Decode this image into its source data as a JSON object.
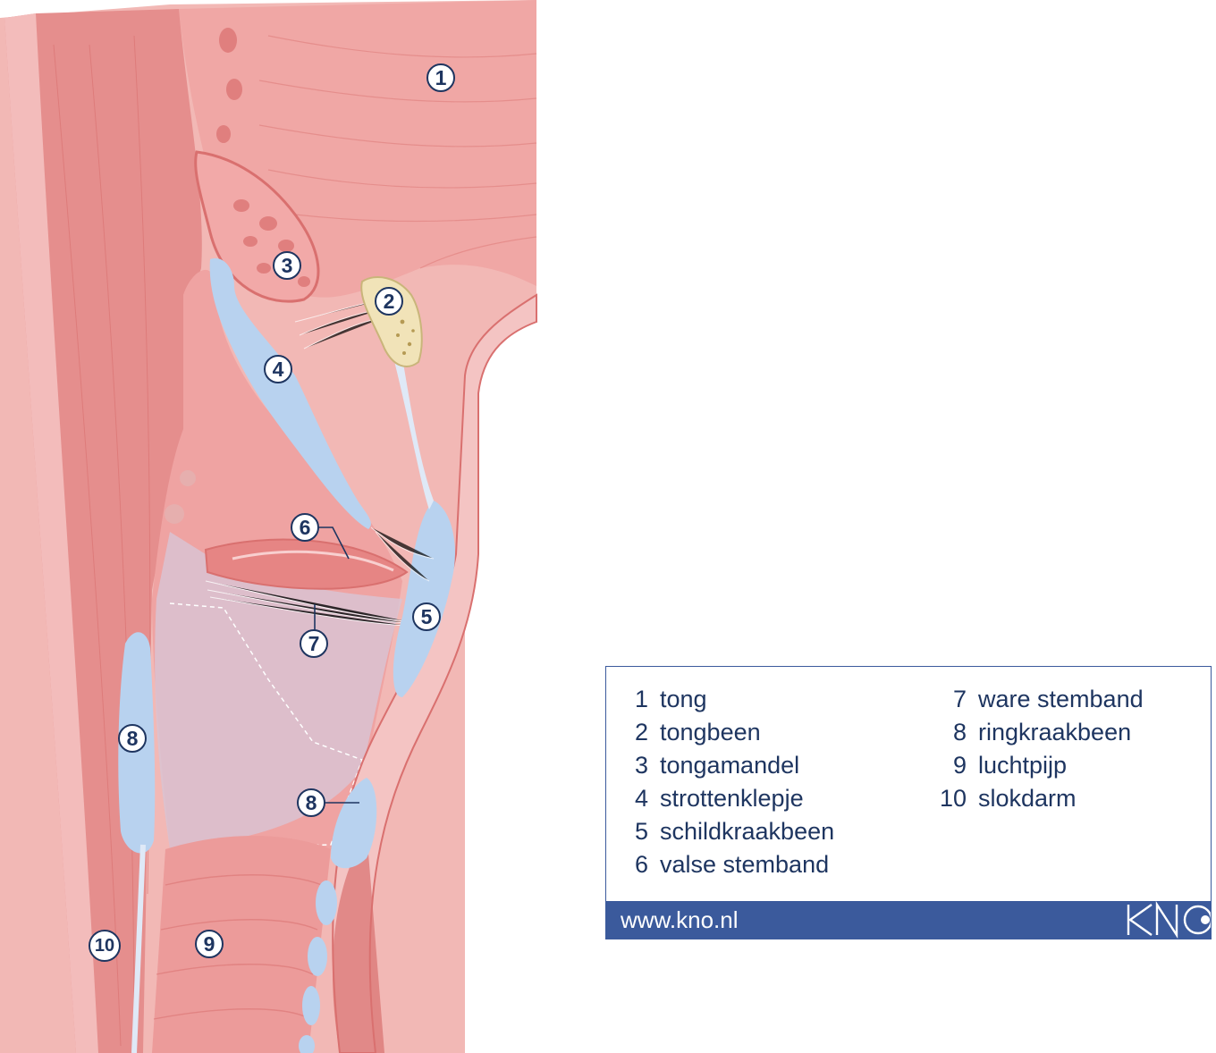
{
  "markers": {
    "m1": "1",
    "m2": "2",
    "m3": "3",
    "m4": "4",
    "m5": "5",
    "m6": "6",
    "m7": "7",
    "m8a": "8",
    "m8b": "8",
    "m9": "9",
    "m10": "10"
  },
  "legend": {
    "items": [
      {
        "num": "1",
        "label": "tong"
      },
      {
        "num": "2",
        "label": "tongbeen"
      },
      {
        "num": "3",
        "label": "tongamandel"
      },
      {
        "num": "4",
        "label": "strottenklepje"
      },
      {
        "num": "5",
        "label": "schildkraakbeen"
      },
      {
        "num": "6",
        "label": "valse stemband"
      },
      {
        "num": "7",
        "label": "ware stemband"
      },
      {
        "num": "8",
        "label": "ringkraakbeen"
      },
      {
        "num": "9",
        "label": "luchtpijp"
      },
      {
        "num": "10",
        "label": "slokdarm"
      }
    ],
    "website": "www.kno.nl",
    "logo_text": "KNO"
  },
  "colors": {
    "muscle": "#e99a9a",
    "muscle_dark": "#d9706f",
    "tissue_light": "#f6d0ce",
    "cartilage": "#b8d2ef",
    "bone": "#f1e3b8",
    "airway": "#d7c6d4",
    "marker": "#1e3560",
    "footer": "#3b5a9c"
  }
}
